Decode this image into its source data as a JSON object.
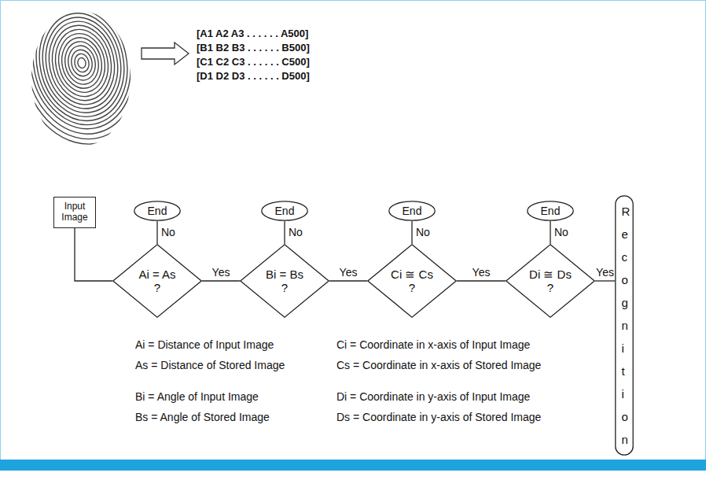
{
  "diagram": {
    "nodes": [
      {
        "text": [
          "Input Image"
        ]
      },
      {
        "text": [
          "End"
        ]
      },
      {
        "text": [
          "Ai = As ?"
        ]
      },
      {
        "text": [
          "End"
        ]
      },
      {
        "text": [
          "Bi = Bs ?"
        ]
      },
      {
        "text": [
          "End"
        ]
      },
      {
        "text": [
          "Ci ≅ Cs ?"
        ]
      },
      {
        "text": [
          "End"
        ]
      },
      {
        "text": [
          "Di ≅ Ds ?"
        ]
      },
      {
        "text": [
          "Recognition"
        ]
      }
    ],
    "edges": [
      {
        "from": 0,
        "to": 2,
        "arrow": "none"
      },
      {
        "from": 2,
        "to": 1,
        "label": "No",
        "arrow": "none"
      },
      {
        "from": 2,
        "to": 4,
        "label": "Yes",
        "arrow": "none"
      },
      {
        "from": 4,
        "to": 3,
        "label": "No",
        "arrow": "none"
      },
      {
        "from": 4,
        "to": 6,
        "label": "Yes",
        "arrow": "none"
      },
      {
        "from": 6,
        "to": 5,
        "label": "No",
        "arrow": "none"
      },
      {
        "from": 6,
        "to": 8,
        "label": "Yes",
        "arrow": "none"
      },
      {
        "from": 8,
        "to": 7,
        "label": "No",
        "arrow": "none"
      },
      {
        "from": 8,
        "to": 9,
        "label": "Yes",
        "arrow": "none"
      }
    ],
    "labels": [
      "[A1 A2 A3 . . . . . . A500]",
      "[B1 B2 B3 . . . . . . B500]",
      "[C1 C2 C3 . . . . . . C500]",
      "[D1 D2 D3 . . . . . . D500]",
      "Ai = Distance of Input Image",
      "As = Distance of Stored Image",
      "Bi = Angle of Input Image",
      "Bs = Angle of Stored Image",
      "Ci = Coordinate in x-axis of Input Image",
      "Cs = Coordinate in x-axis of Stored Image",
      "Di = Coordinate in y-axis of Input Image",
      "Ds = Coordinate in y-axis of Stored Image"
    ]
  }
}
